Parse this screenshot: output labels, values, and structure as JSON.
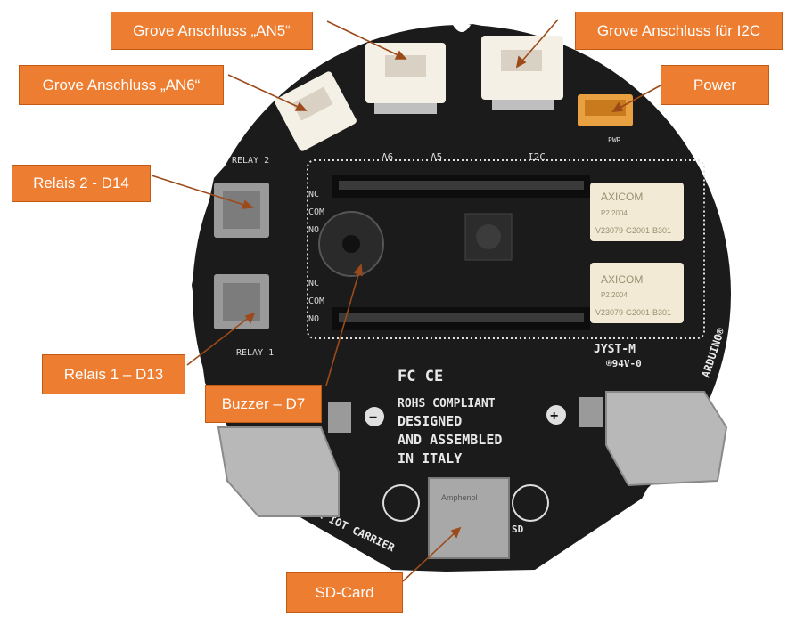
{
  "callouts": {
    "an5": "Grove Anschluss „AN5“",
    "i2c": "Grove Anschluss für I2C",
    "an6": "Grove Anschluss „AN6“",
    "power": "Power",
    "relay2": "Relais 2 - D14",
    "relay1": "Relais 1 – D13",
    "buzzer": "Buzzer – D7",
    "sdcard": "SD-Card"
  },
  "board": {
    "silk_a6": "A6",
    "silk_a5": "A5",
    "silk_i2c": "I2C",
    "silk_pwr": "PWR",
    "relay2_label": "RELAY 2",
    "relay1_label": "RELAY 1",
    "nc": "NC",
    "com": "COM",
    "no": "NO",
    "fc_ce": "FC CE",
    "rohs": "ROHS COMPLIANT",
    "designed": "DESIGNED",
    "assembled": "AND ASSEMBLED",
    "italy": "IN ITALY",
    "jyst": "JYST-M",
    "ul": "®94V-0",
    "arduino": "ARDUINO®",
    "carrier": "R IOT CARRIER",
    "sd": "SD",
    "minus": "−",
    "plus": "+",
    "relay_brand": "AXICOM",
    "relay_model": "V23079-G2001-B301",
    "relay_rating": "P2 2004",
    "sd_brand": "Amphenol"
  },
  "colors": {
    "callout_fill": "#ed7d31",
    "callout_text": "#ffffff",
    "pcb": "#1b1b1b",
    "arrow": "#9c4a1a"
  }
}
